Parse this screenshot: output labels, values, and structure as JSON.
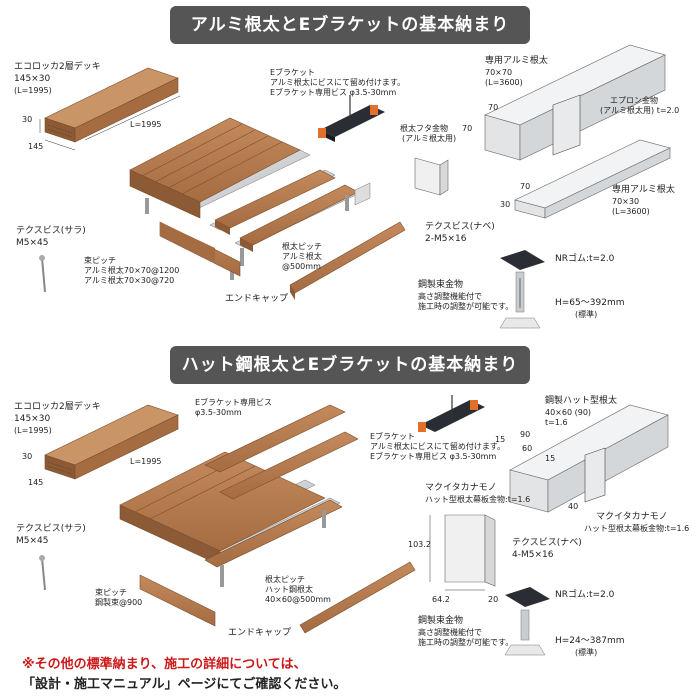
{
  "section1": {
    "title": "アルミ根太とEブラケットの基本納まり",
    "deck": {
      "name": "エコロッカ2層デッキ",
      "size": "145×30",
      "length_note": "(L=1995)",
      "dim_30": "30",
      "dim_145": "145",
      "dim_L": "L=1995"
    },
    "e_bracket": {
      "title": "Eブラケット",
      "line1": "アルミ根太にビスにて留め付けます。",
      "line2": "Eブラケット専用ビス φ3.5-30mm"
    },
    "alu_joist_70x70": {
      "title": "専用アルミ根太",
      "size": "70×70",
      "length": "(L=3600)",
      "dim_a": "70",
      "dim_b": "70"
    },
    "epron": {
      "title": "エプロン金物",
      "sub": "(アルミ根太用) t=2.0"
    },
    "cap_fitting": {
      "title": "根太フタ金物",
      "sub": "(アルミ根太用)"
    },
    "alu_joist_70x30": {
      "title": "専用アルミ根太",
      "size": "70×30",
      "length": "(L=3600)",
      "dim_a": "70",
      "dim_b": "30"
    },
    "screw_nabe": {
      "title": "テクスビス(ナベ)",
      "spec": "2-M5×16"
    },
    "screw_sara": {
      "title": "テクスビス(サラ)",
      "spec": "M5×45"
    },
    "pitch": {
      "title": "束ピッチ",
      "line1": "アルミ根太70×70@1200",
      "line2": "アルミ根太70×30@720"
    },
    "joist_pitch": {
      "title": "根太ピッチ",
      "line1": "アルミ根太",
      "line2": "@500mm"
    },
    "nr_rubber": "NRゴム:t=2.0",
    "post": {
      "title": "鋼製束金物",
      "line1": "高さ調整機能付で",
      "line2": "施工時の調整が可能です。"
    },
    "height": {
      "line1": "H=65〜392mm",
      "line2": "(標準)"
    },
    "end_cap": "エンドキャップ"
  },
  "section2": {
    "title": "ハット鋼根太とEブラケットの基本納まり",
    "deck": {
      "name": "エコロッカ2層デッキ",
      "size": "145×30",
      "length_note": "(L=1995)",
      "dim_30": "30",
      "dim_145": "145",
      "dim_L": "L=1995"
    },
    "e_bracket_screw": {
      "title": "Eブラケット専用ビス",
      "spec": "φ3.5-30mm"
    },
    "e_bracket": {
      "title": "Eブラケット",
      "line1": "アルミ根太にビスにて留め付けます。",
      "line2": "Eブラケット専用ビス φ3.5-30mm"
    },
    "hat_joist": {
      "title": "鋼製ハット型根太",
      "size": "40×60 (90)",
      "thickness": "t=1.6",
      "dim_15a": "15",
      "dim_90": "90",
      "dim_60": "60",
      "dim_15b": "15",
      "dim_40": "40"
    },
    "kanamono1": {
      "title": "マクイタカナモノ",
      "sub": "ハット型根太幕板金物:t=1.6"
    },
    "kanamono2": {
      "title": "マクイタカナモノ",
      "sub": "ハット型根太幕板金物:t=1.6"
    },
    "screw_nabe": {
      "title": "テクスビス(ナベ)",
      "spec": "4-M5×16"
    },
    "dims": {
      "h": "103.2",
      "w": "64.2",
      "d": "20"
    },
    "screw_sara": {
      "title": "テクスビス(サラ)",
      "spec": "M5×45"
    },
    "pitch": {
      "title": "束ピッチ",
      "line1": "鋼製束@900"
    },
    "joist_pitch": {
      "title": "根太ピッチ",
      "line1": "ハット鋼根太",
      "line2": "40×60@500mm"
    },
    "nr_rubber": "NRゴム:t=2.0",
    "post": {
      "title": "鋼製束金物",
      "line1": "高さ調整機能付で",
      "line2": "施工時の調整が可能です。"
    },
    "height": {
      "line1": "H=24〜387mm",
      "line2": "(標準)"
    },
    "end_cap": "エンドキャップ"
  },
  "footer": {
    "line1": "※その他の標準納まり、施工の詳細については、",
    "line2": "「設計・施工マニュアル」ページにてご確認ください。"
  },
  "colors": {
    "banner": "#555555",
    "wood": "#b57a4e",
    "wood_dark": "#8c5a35",
    "metal": "#c9ccd0",
    "accent_orange": "#e0702a",
    "note_red": "#cc1a1a"
  }
}
